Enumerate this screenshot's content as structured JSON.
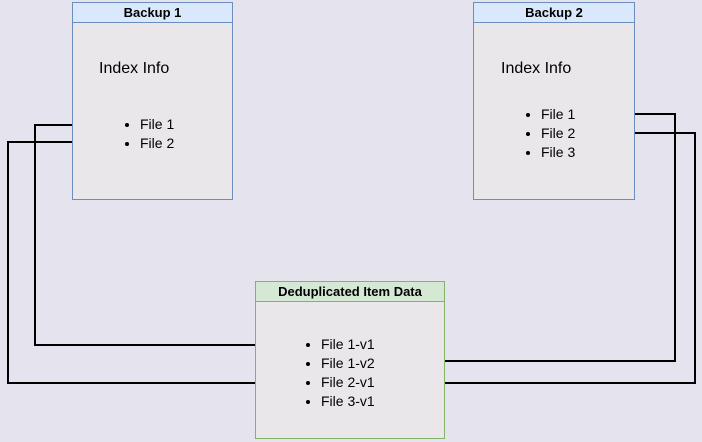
{
  "backup1": {
    "title": "Backup 1",
    "index_label": "Index Info",
    "files": [
      "File 1",
      "File 2"
    ]
  },
  "backup2": {
    "title": "Backup 2",
    "index_label": "Index Info",
    "files": [
      "File 1",
      "File 2",
      "File 3"
    ]
  },
  "dedup": {
    "title": "Deduplicated Item Data",
    "items": [
      "File 1-v1",
      "File 1-v2",
      "File 2-v1",
      "File 3-v1"
    ]
  },
  "connections": [
    {
      "from": "Backup 1 / File 1",
      "to": "File 1-v1"
    },
    {
      "from": "Backup 1 / File 2",
      "to": "File 2-v1"
    },
    {
      "from": "Backup 2 / File 1",
      "to": "File 1-v2"
    },
    {
      "from": "Backup 2 / File 2",
      "to": "File 2-v1"
    }
  ],
  "colors": {
    "page_bg": "#e5e4ee",
    "box_body_bg": "#e9e7e9",
    "blue_fill": "#dae8fc",
    "blue_border": "#6c8ebf",
    "green_fill": "#d5e8d4",
    "green_border": "#82b366",
    "line": "#000000"
  }
}
